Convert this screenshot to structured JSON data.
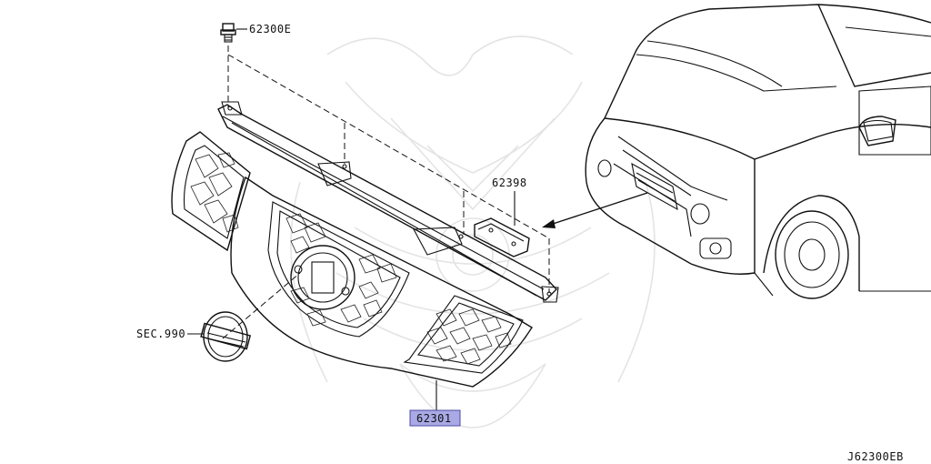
{
  "diagram": {
    "labels": {
      "bolt": "62300E",
      "bracket": "62398",
      "emblem": "SEC.990",
      "grille": "62301",
      "drawing_code": "J62300EB"
    },
    "highlight_color": "#a9a9e6",
    "line_color": "#111111",
    "watermark_color": "#e4e4e4"
  }
}
